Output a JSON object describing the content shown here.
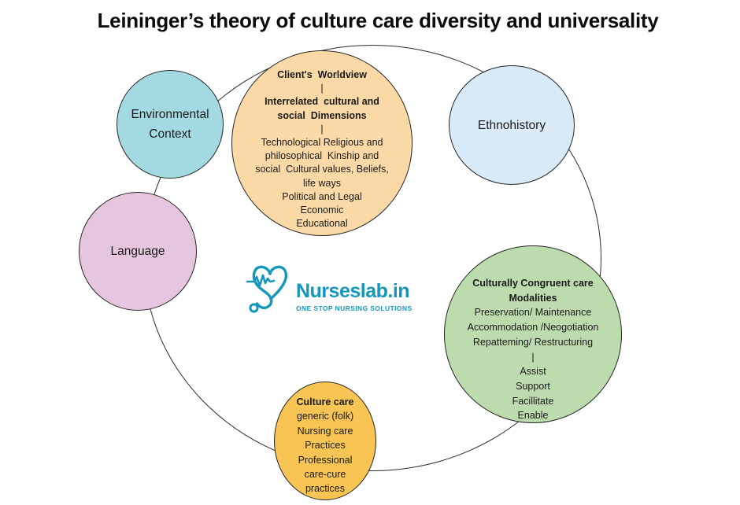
{
  "title": "Leininger’s theory of culture care diversity and universality",
  "colors": {
    "background": "#ffffff",
    "outline": "#2b2b2b",
    "text": "#1b1b1b"
  },
  "nodes": {
    "environmental": {
      "fill": "#A3D9E0",
      "lines": [
        {
          "text": "Environmental",
          "bold": false
        },
        {
          "text": "Context",
          "bold": false
        }
      ]
    },
    "worldview": {
      "fill": "#FAD9A6",
      "lines": [
        {
          "text": "Client's  Worldview",
          "bold": true
        },
        {
          "text": "|",
          "bold": false
        },
        {
          "text": "Interrelated  cultural and",
          "bold": true
        },
        {
          "text": "social  Dimensions",
          "bold": true
        },
        {
          "text": "|",
          "bold": false
        },
        {
          "text": "Technological Religious and",
          "bold": false
        },
        {
          "text": "philosophical  Kinship and",
          "bold": false
        },
        {
          "text": "social  Cultural values, Beliefs,",
          "bold": false
        },
        {
          "text": "life ways",
          "bold": false
        },
        {
          "text": "Political and Legal",
          "bold": false
        },
        {
          "text": "Economic",
          "bold": false
        },
        {
          "text": "Educational",
          "bold": false
        }
      ]
    },
    "ethnohistory": {
      "fill": "#D9EAF9",
      "lines": [
        {
          "text": "Ethnohistory",
          "bold": false
        }
      ]
    },
    "language": {
      "fill": "#E6C6DE",
      "lines": [
        {
          "text": "Language",
          "bold": false
        }
      ]
    },
    "modalities": {
      "fill": "#BCDCAE",
      "lines": [
        {
          "text": "Culturally Congruent care",
          "bold": true
        },
        {
          "text": "Modalities",
          "bold": true
        },
        {
          "text": "Preservation/ Maintenance",
          "bold": false
        },
        {
          "text": "Accommodation /Neogotiation",
          "bold": false
        },
        {
          "text": "Repatteming/ Restructuring",
          "bold": false
        },
        {
          "text": "|",
          "bold": false
        },
        {
          "text": "Assist",
          "bold": false
        },
        {
          "text": "Support",
          "bold": false
        },
        {
          "text": "Facillitate",
          "bold": false
        },
        {
          "text": "Enable",
          "bold": false
        }
      ]
    },
    "culture_care": {
      "fill": "#F8C453",
      "lines": [
        {
          "text": "Culture care",
          "bold": true
        },
        {
          "text": "generic (folk)",
          "bold": false
        },
        {
          "text": "Nursing care",
          "bold": false
        },
        {
          "text": "Practices",
          "bold": false
        },
        {
          "text": "Professional",
          "bold": false
        },
        {
          "text": "care-cure",
          "bold": false
        },
        {
          "text": "practices",
          "bold": false
        }
      ]
    }
  },
  "logo": {
    "brand": "Nurseslab.in",
    "tagline": "ONE STOP NURSING SOLUTIONS",
    "color": "#1597BB",
    "icon": "heart-ecg-stethoscope-icon"
  }
}
